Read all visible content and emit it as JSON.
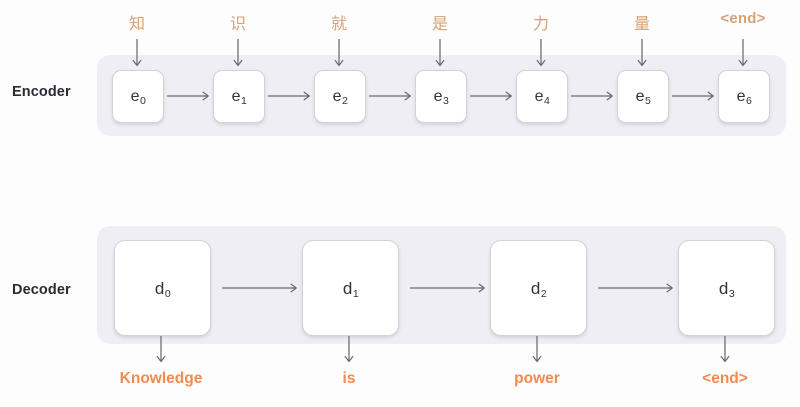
{
  "diagram": {
    "title_encoder": "Encoder",
    "title_decoder": "Decoder",
    "colors": {
      "band": "#efeef4",
      "page": "#fdfdfe",
      "cell_fill": "#ffffff",
      "cell_border": "#d2d2d9",
      "input_token": "#d6a277",
      "output_token": "#f58a4f",
      "arrow": "#6a6a75",
      "label": "#2b2b33"
    }
  },
  "encoder": {
    "label": "Encoder",
    "input_tokens": [
      {
        "text": "知"
      },
      {
        "text": "识"
      },
      {
        "text": "就"
      },
      {
        "text": "是"
      },
      {
        "text": "力"
      },
      {
        "text": "量"
      },
      {
        "text": "<end>"
      }
    ],
    "cells": [
      {
        "base": "e",
        "sub": "0"
      },
      {
        "base": "e",
        "sub": "1"
      },
      {
        "base": "e",
        "sub": "2"
      },
      {
        "base": "e",
        "sub": "3"
      },
      {
        "base": "e",
        "sub": "4"
      },
      {
        "base": "e",
        "sub": "5"
      },
      {
        "base": "e",
        "sub": "6"
      }
    ]
  },
  "decoder": {
    "label": "Decoder",
    "cells": [
      {
        "base": "d",
        "sub": "0"
      },
      {
        "base": "d",
        "sub": "1"
      },
      {
        "base": "d",
        "sub": "2"
      },
      {
        "base": "d",
        "sub": "3"
      }
    ],
    "output_tokens": [
      {
        "text": "Knowledge"
      },
      {
        "text": "is"
      },
      {
        "text": "power"
      },
      {
        "text": "<end>"
      }
    ]
  }
}
